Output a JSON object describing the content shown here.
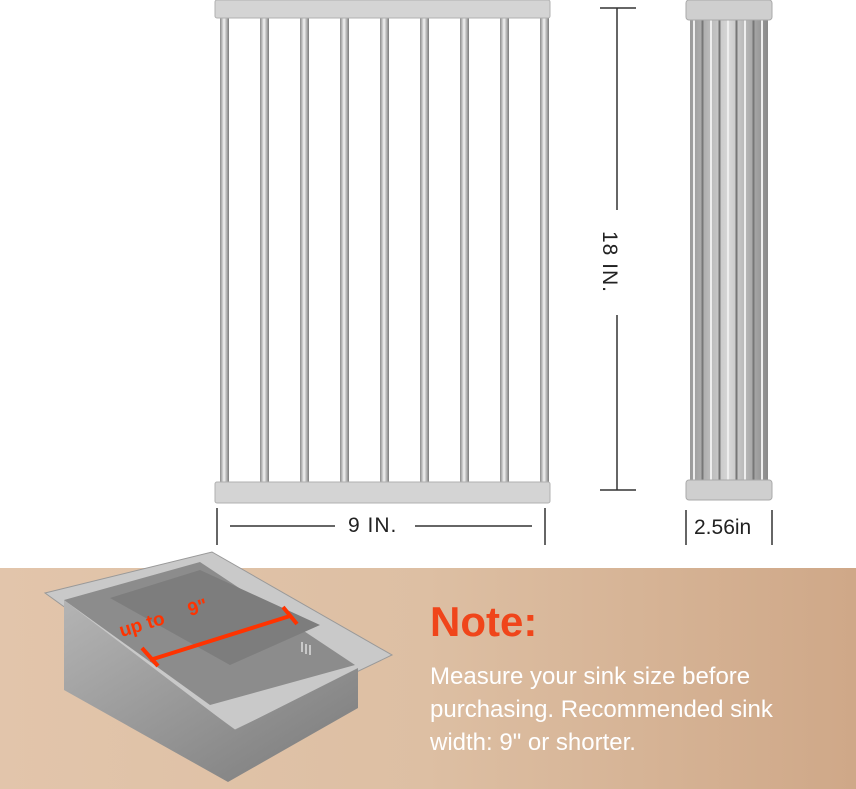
{
  "dimensions": {
    "length": "18 IN.",
    "width": "9 IN.",
    "rolled_diameter": "2.56in"
  },
  "sink": {
    "label_prefix": "up to",
    "label_value": "9\""
  },
  "note": {
    "title": "Note:",
    "body": "Measure your sink size before purchasing. Recommended sink width: 9\" or shorter."
  },
  "colors": {
    "accent": "#f0451a",
    "band": "#ddbfa3"
  }
}
